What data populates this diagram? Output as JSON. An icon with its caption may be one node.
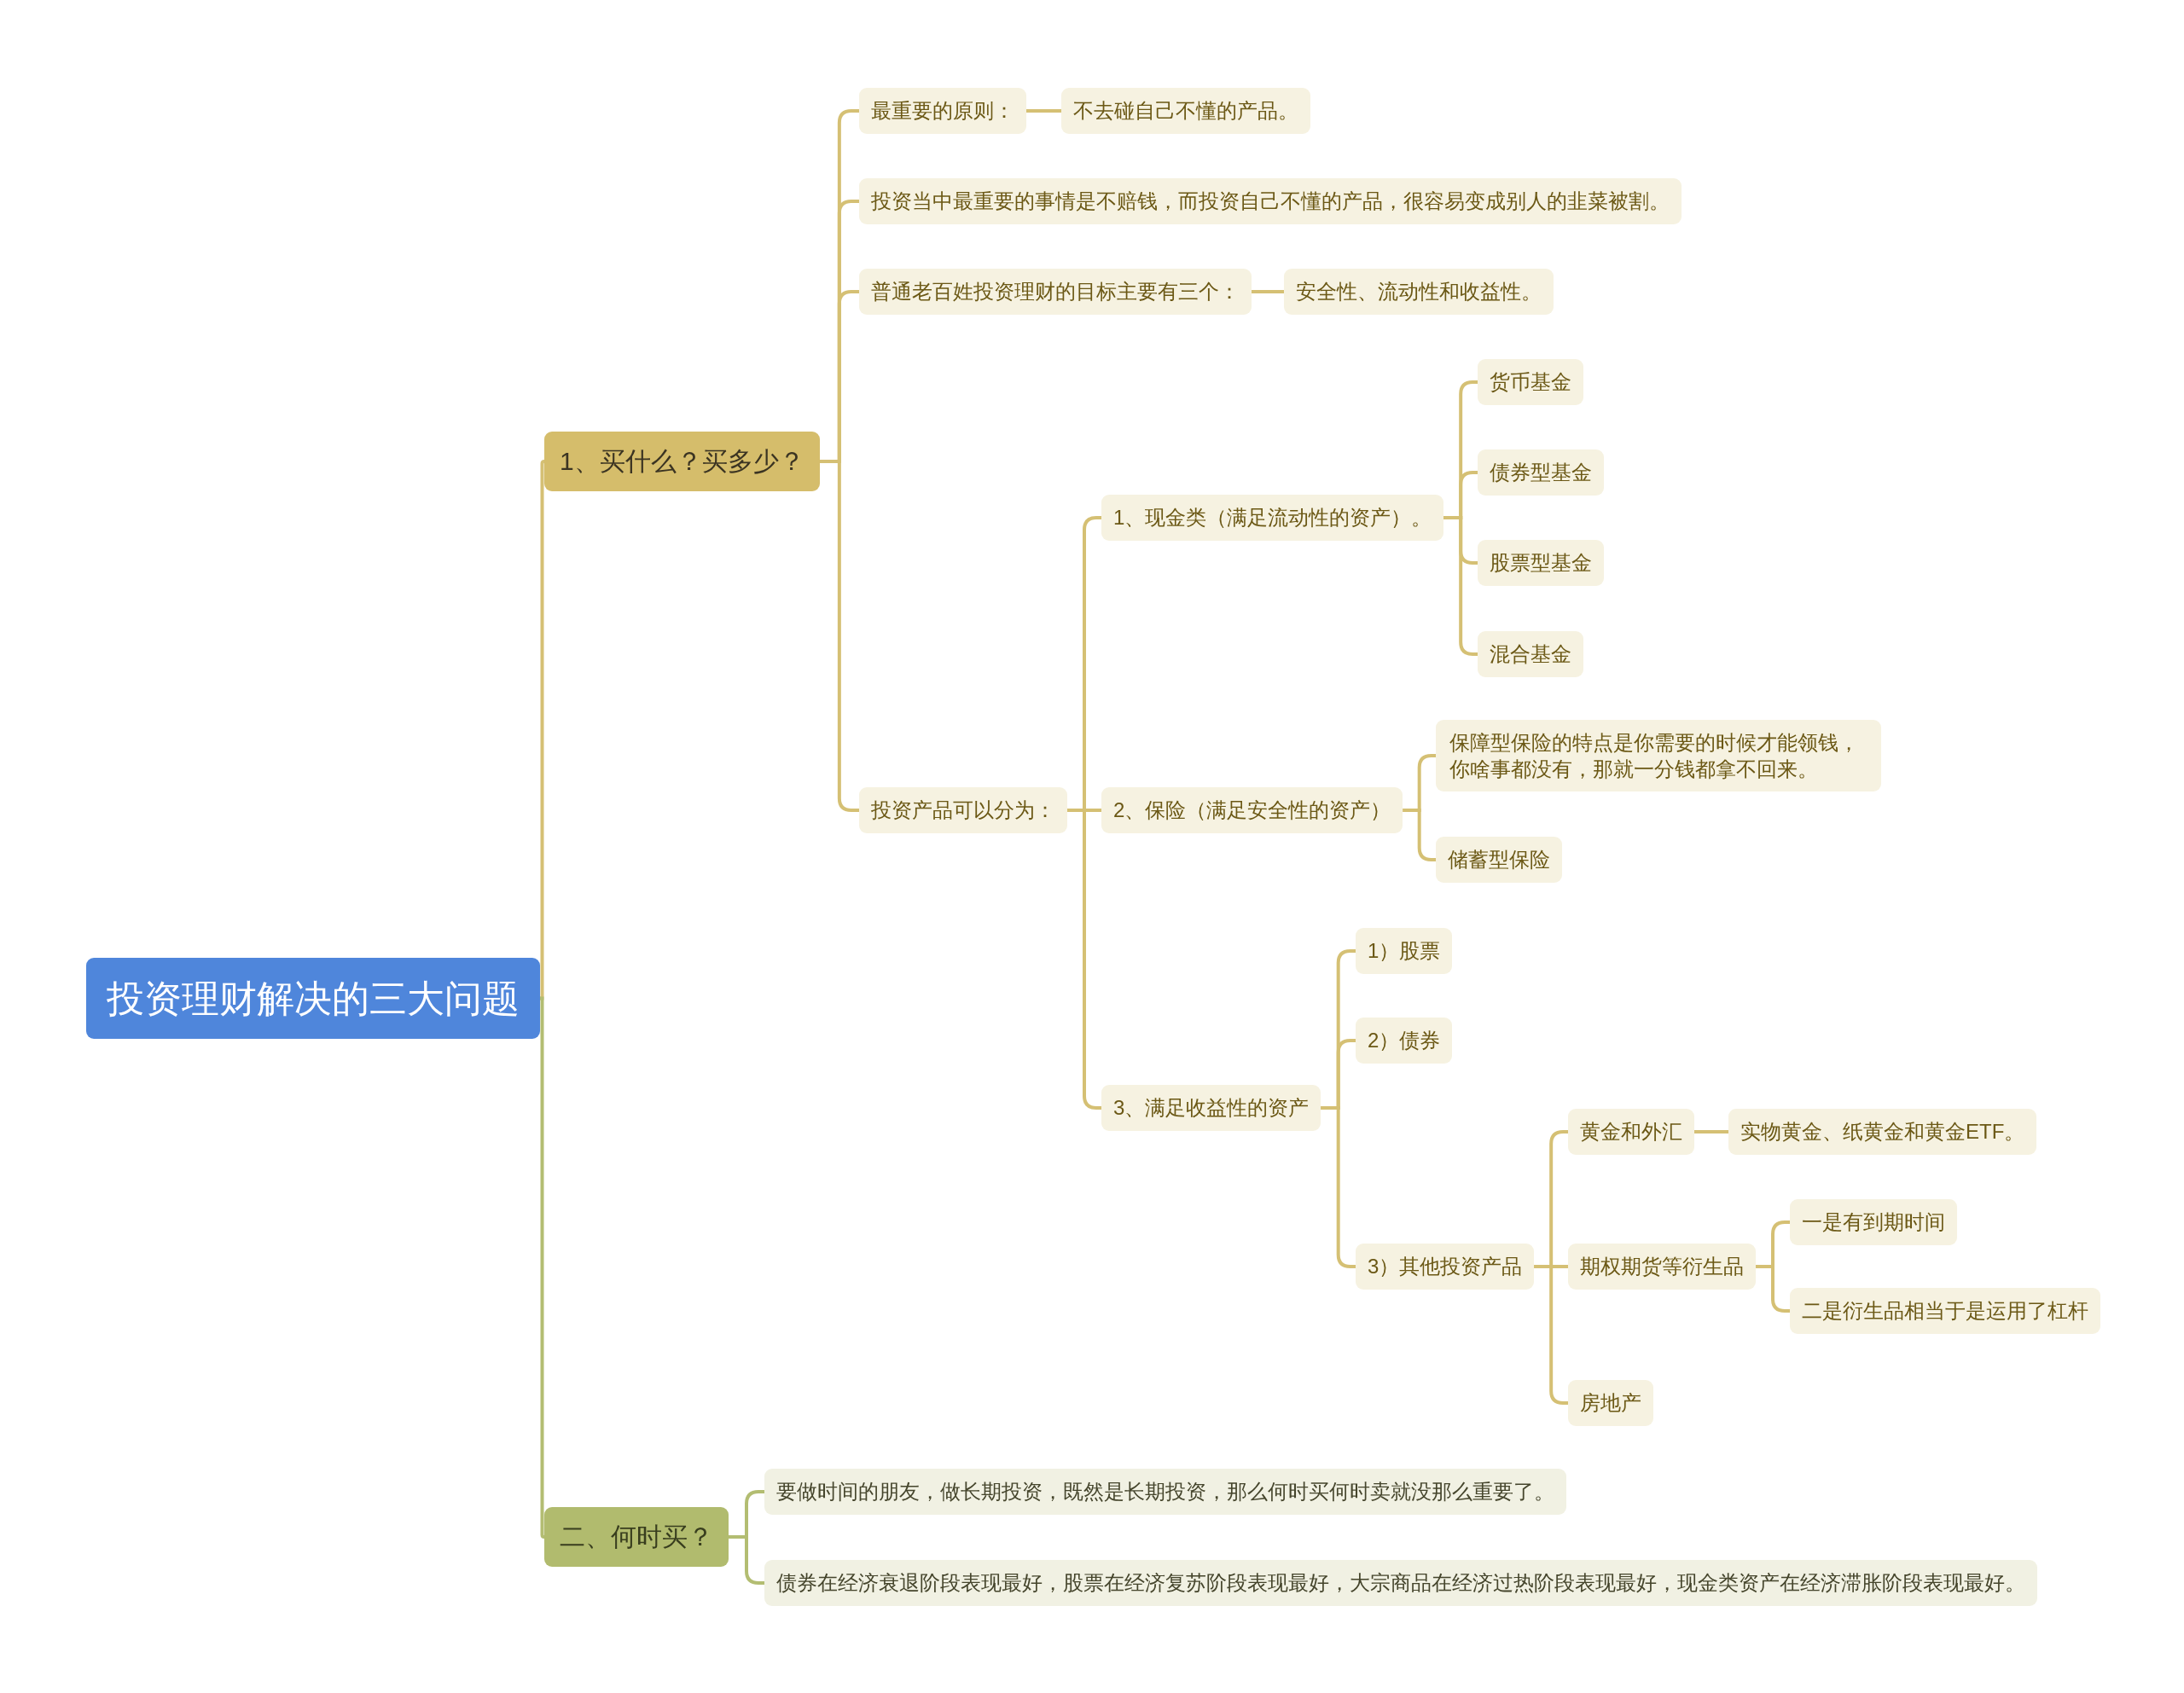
{
  "diagram": {
    "nodes": [
      {
        "text": [
          "投资理财解决的三大问题"
        ]
      },
      {
        "text": [
          "1、买什么？买多少？"
        ]
      },
      {
        "text": [
          "最重要的原则："
        ]
      },
      {
        "text": [
          "不去碰自己不懂的产品。"
        ]
      },
      {
        "text": [
          "投资当中最重要的事情是不赔钱，而投资自己不懂的产品，很容易变成别人的韭菜被割。"
        ]
      },
      {
        "text": [
          "普通老百姓投资理财的目标主要有三个："
        ]
      },
      {
        "text": [
          "安全性、流动性和收益性。"
        ]
      },
      {
        "text": [
          "投资产品可以分为："
        ]
      },
      {
        "text": [
          "1、现金类（满足流动性的资产）。"
        ]
      },
      {
        "text": [
          "货币基金"
        ]
      },
      {
        "text": [
          "债券型基金"
        ]
      },
      {
        "text": [
          "股票型基金"
        ]
      },
      {
        "text": [
          "混合基金"
        ]
      },
      {
        "text": [
          "2、保险（满足安全性的资产）"
        ]
      },
      {
        "text": [
          "保障型保险的特点是你需要的时候才能领钱，你啥事都没有，那就一分钱都拿不回来。"
        ]
      },
      {
        "text": [
          "储蓄型保险"
        ]
      },
      {
        "text": [
          "3、满足收益性的资产"
        ]
      },
      {
        "text": [
          "1）股票"
        ]
      },
      {
        "text": [
          "2）债券"
        ]
      },
      {
        "text": [
          "3）其他投资产品"
        ]
      },
      {
        "text": [
          "黄金和外汇"
        ]
      },
      {
        "text": [
          "实物黄金、纸黄金和黄金ETF。"
        ]
      },
      {
        "text": [
          "期权期货等衍生品"
        ]
      },
      {
        "text": [
          "一是有到期时间"
        ]
      },
      {
        "text": [
          "二是衍生品相当于是运用了杠杆"
        ]
      },
      {
        "text": [
          "房地产"
        ]
      },
      {
        "text": [
          "二、何时买？"
        ]
      },
      {
        "text": [
          "要做时间的朋友，做长期投资，既然是长期投资，那么何时买何时卖就没那么重要了。"
        ]
      },
      {
        "text": [
          "债券在经济衰退阶段表现最好，股票在经济复苏阶段表现最好，大宗商品在经济过热阶段表现最好，现金类资产在经济滞胀阶段表现最好。"
        ]
      }
    ],
    "edges": [
      {
        "from": 0,
        "to": 1,
        "arrow": "none"
      },
      {
        "from": 1,
        "to": 2,
        "arrow": "none"
      },
      {
        "from": 2,
        "to": 3,
        "arrow": "none"
      },
      {
        "from": 1,
        "to": 4,
        "arrow": "none"
      },
      {
        "from": 1,
        "to": 5,
        "arrow": "none"
      },
      {
        "from": 5,
        "to": 6,
        "arrow": "none"
      },
      {
        "from": 1,
        "to": 7,
        "arrow": "none"
      },
      {
        "from": 7,
        "to": 8,
        "arrow": "none"
      },
      {
        "from": 8,
        "to": 9,
        "arrow": "none"
      },
      {
        "from": 8,
        "to": 10,
        "arrow": "none"
      },
      {
        "from": 8,
        "to": 11,
        "arrow": "none"
      },
      {
        "from": 8,
        "to": 12,
        "arrow": "none"
      },
      {
        "from": 7,
        "to": 13,
        "arrow": "none"
      },
      {
        "from": 13,
        "to": 14,
        "arrow": "none"
      },
      {
        "from": 13,
        "to": 15,
        "arrow": "none"
      },
      {
        "from": 7,
        "to": 16,
        "arrow": "none"
      },
      {
        "from": 16,
        "to": 17,
        "arrow": "none"
      },
      {
        "from": 16,
        "to": 18,
        "arrow": "none"
      },
      {
        "from": 16,
        "to": 19,
        "arrow": "none"
      },
      {
        "from": 19,
        "to": 20,
        "arrow": "none"
      },
      {
        "from": 20,
        "to": 21,
        "arrow": "none"
      },
      {
        "from": 19,
        "to": 22,
        "arrow": "none"
      },
      {
        "from": 22,
        "to": 23,
        "arrow": "none"
      },
      {
        "from": 22,
        "to": 24,
        "arrow": "none"
      },
      {
        "from": 19,
        "to": 25,
        "arrow": "none"
      },
      {
        "from": 0,
        "to": 26,
        "arrow": "none",
        "color": "#b3bd72"
      },
      {
        "from": 26,
        "to": 27,
        "arrow": "none",
        "color": "#b3bd72"
      },
      {
        "from": 26,
        "to": 28,
        "arrow": "none",
        "color": "#b3bd72"
      }
    ]
  }
}
